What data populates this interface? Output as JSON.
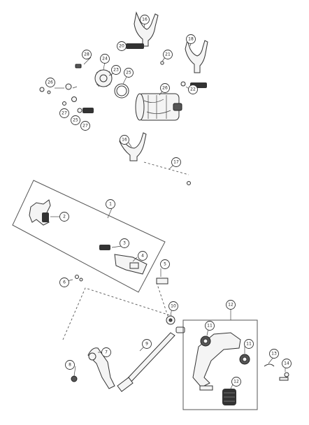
{
  "diagram": {
    "callouts": [
      "16",
      "18",
      "20",
      "28",
      "24",
      "21",
      "23",
      "25",
      "26",
      "22",
      "26",
      "27",
      "25",
      "27",
      "16",
      "17",
      "1",
      "2",
      "3",
      "4",
      "5",
      "6",
      "10",
      "12",
      "11",
      "11",
      "9",
      "8",
      "7",
      "12",
      "13",
      "14"
    ]
  }
}
